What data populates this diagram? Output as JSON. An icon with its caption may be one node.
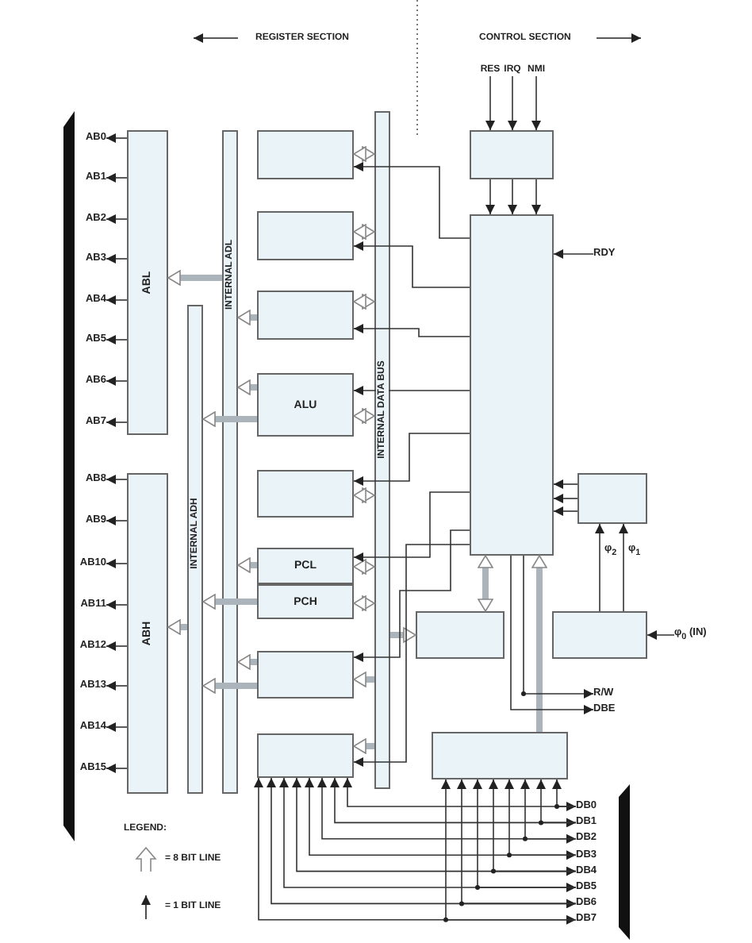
{
  "diagram": {
    "nodes": [
      {
        "text": [
          "ABL"
        ]
      },
      {
        "text": [
          "ABH"
        ]
      },
      {
        "text": [
          "INTERNAL ADL"
        ]
      },
      {
        "text": [
          "INTERNAL ADH"
        ]
      },
      {
        "text": [
          "INTERNAL DATA BUS"
        ]
      },
      {
        "text": [],
        "shape": "box"
      },
      {
        "text": [],
        "shape": "box"
      },
      {
        "text": [],
        "shape": "box"
      },
      {
        "text": [
          "ALU"
        ]
      },
      {
        "text": [],
        "shape": "box"
      },
      {
        "text": [
          "PCL"
        ]
      },
      {
        "text": [
          "PCH"
        ]
      },
      {
        "text": [],
        "shape": "box"
      },
      {
        "text": [],
        "shape": "box"
      },
      {
        "text": [],
        "shape": "box"
      },
      {
        "text": [],
        "shape": "box"
      },
      {
        "text": [],
        "shape": "box"
      },
      {
        "text": [],
        "shape": "box"
      },
      {
        "text": [],
        "shape": "box"
      },
      {
        "text": [],
        "shape": "box"
      },
      {
        "text": [
          "RES"
        ]
      },
      {
        "text": [
          "IRQ"
        ]
      },
      {
        "text": [
          "NMI"
        ]
      },
      {
        "text": [
          "RDY"
        ]
      },
      {
        "text": [
          "R/W"
        ]
      },
      {
        "text": [
          "DBE"
        ]
      },
      {
        "text": [
          "φ$_{0}$ (IN)"
        ]
      },
      {
        "text": [
          "AB0"
        ]
      },
      {
        "text": [
          "AB1"
        ]
      },
      {
        "text": [
          "AB2"
        ]
      },
      {
        "text": [
          "AB3"
        ]
      },
      {
        "text": [
          "AB4"
        ]
      },
      {
        "text": [
          "AB5"
        ]
      },
      {
        "text": [
          "AB6"
        ]
      },
      {
        "text": [
          "AB7"
        ]
      },
      {
        "text": [
          "AB8"
        ]
      },
      {
        "text": [
          "AB9"
        ]
      },
      {
        "text": [
          "AB10"
        ]
      },
      {
        "text": [
          "AB11"
        ]
      },
      {
        "text": [
          "AB12"
        ]
      },
      {
        "text": [
          "AB13"
        ]
      },
      {
        "text": [
          "AB14"
        ]
      },
      {
        "text": [
          "AB15"
        ]
      },
      {
        "text": [
          "DB0"
        ]
      },
      {
        "text": [
          "DB1"
        ]
      },
      {
        "text": [
          "DB2"
        ]
      },
      {
        "text": [
          "DB3"
        ]
      },
      {
        "text": [
          "DB4"
        ]
      },
      {
        "text": [
          "DB5"
        ]
      },
      {
        "text": [
          "DB6"
        ]
      },
      {
        "text": [
          "DB7"
        ]
      }
    ],
    "edges": [
      {
        "from": 2,
        "to": 0,
        "arrow": "to",
        "style": "thick",
        "color": "#aab4ba"
      },
      {
        "from": 3,
        "to": 1,
        "arrow": "to",
        "style": "thick",
        "color": "#aab4ba"
      },
      {
        "from": 4,
        "to": 5,
        "arrow": "both",
        "style": "thick",
        "color": "#aab4ba"
      },
      {
        "from": 4,
        "to": 6,
        "arrow": "both",
        "style": "thick",
        "color": "#aab4ba"
      },
      {
        "from": 4,
        "to": 7,
        "arrow": "both",
        "style": "thick",
        "color": "#aab4ba"
      },
      {
        "from": 4,
        "to": 8,
        "arrow": "both",
        "style": "thick",
        "color": "#aab4ba"
      },
      {
        "from": 4,
        "to": 9,
        "arrow": "both",
        "style": "thick",
        "color": "#aab4ba"
      },
      {
        "from": 4,
        "to": 10,
        "arrow": "both",
        "style": "thick",
        "color": "#aab4ba"
      },
      {
        "from": 4,
        "to": 11,
        "arrow": "both",
        "style": "thick",
        "color": "#aab4ba"
      },
      {
        "from": 7,
        "to": 2,
        "arrow": "to",
        "style": "thick",
        "color": "#aab4ba"
      },
      {
        "from": 8,
        "to": 2,
        "arrow": "to",
        "style": "thick",
        "color": "#aab4ba"
      },
      {
        "from": 8,
        "to": 3,
        "arrow": "to",
        "style": "thick",
        "color": "#aab4ba"
      },
      {
        "from": 10,
        "to": 2,
        "arrow": "to",
        "style": "thick",
        "color": "#aab4ba"
      },
      {
        "from": 11,
        "to": 3,
        "arrow": "to",
        "style": "thick",
        "color": "#aab4ba"
      },
      {
        "from": 12,
        "to": 2,
        "arrow": "to",
        "style": "thick",
        "color": "#aab4ba"
      },
      {
        "from": 12,
        "to": 3,
        "arrow": "to",
        "style": "thick",
        "color": "#aab4ba"
      },
      {
        "from": 4,
        "to": 12,
        "arrow": "to",
        "style": "thick",
        "color": "#aab4ba"
      },
      {
        "from": 4,
        "to": 13,
        "arrow": "to",
        "style": "thick",
        "color": "#aab4ba"
      },
      {
        "from": 4,
        "to": 18,
        "arrow": "to",
        "style": "thick",
        "color": "#aab4ba"
      },
      {
        "from": 15,
        "to": 18,
        "arrow": "both",
        "style": "thick",
        "color": "#aab4ba"
      },
      {
        "from": 19,
        "to": 15,
        "arrow": "to",
        "style": "thick",
        "color": "#aab4ba"
      },
      {
        "from": 14,
        "to": 15,
        "arrow": "to"
      },
      {
        "from": 14,
        "to": 15,
        "arrow": "to"
      },
      {
        "from": 14,
        "to": 15,
        "arrow": "to"
      },
      {
        "from": 16,
        "to": 15,
        "arrow": "to"
      },
      {
        "from": 16,
        "to": 15,
        "arrow": "to"
      },
      {
        "from": 16,
        "to": 15,
        "arrow": "to"
      },
      {
        "from": 17,
        "to": 16,
        "arrow": "to",
        "label": "φ$_{2}$"
      },
      {
        "from": 17,
        "to": 16,
        "arrow": "to",
        "label": "φ$_{1}$"
      },
      {
        "from": 20,
        "to": 14,
        "arrow": "to"
      },
      {
        "from": 21,
        "to": 14,
        "arrow": "to"
      },
      {
        "from": 22,
        "to": 14,
        "arrow": "to"
      },
      {
        "from": 23,
        "to": 15,
        "arrow": "to"
      },
      {
        "from": 15,
        "to": 24,
        "arrow": "to"
      },
      {
        "from": 15,
        "to": 25,
        "arrow": "to"
      },
      {
        "from": 26,
        "to": 17,
        "arrow": "to"
      },
      {
        "from": 15,
        "to": 5,
        "arrow": "to"
      },
      {
        "from": 15,
        "to": 6,
        "arrow": "to"
      },
      {
        "from": 15,
        "to": 7,
        "arrow": "to"
      },
      {
        "from": 15,
        "to": 8,
        "arrow": "to"
      },
      {
        "from": 15,
        "to": 9,
        "arrow": "to"
      },
      {
        "from": 15,
        "to": 10,
        "arrow": "to"
      },
      {
        "from": 15,
        "to": 12,
        "arrow": "to"
      },
      {
        "from": 15,
        "to": 13,
        "arrow": "to"
      },
      {
        "from": 0,
        "to": 27,
        "arrow": "to"
      },
      {
        "from": 0,
        "to": 28,
        "arrow": "to"
      },
      {
        "from": 0,
        "to": 29,
        "arrow": "to"
      },
      {
        "from": 0,
        "to": 30,
        "arrow": "to"
      },
      {
        "from": 0,
        "to": 31,
        "arrow": "to"
      },
      {
        "from": 0,
        "to": 32,
        "arrow": "to"
      },
      {
        "from": 0,
        "to": 33,
        "arrow": "to"
      },
      {
        "from": 0,
        "to": 34,
        "arrow": "to"
      },
      {
        "from": 1,
        "to": 35,
        "arrow": "to"
      },
      {
        "from": 1,
        "to": 36,
        "arrow": "to"
      },
      {
        "from": 1,
        "to": 37,
        "arrow": "to"
      },
      {
        "from": 1,
        "to": 38,
        "arrow": "to"
      },
      {
        "from": 1,
        "to": 39,
        "arrow": "to"
      },
      {
        "from": 1,
        "to": 40,
        "arrow": "to"
      },
      {
        "from": 1,
        "to": 41,
        "arrow": "to"
      },
      {
        "from": 1,
        "to": 42,
        "arrow": "to"
      },
      {
        "from": 13,
        "to": 43,
        "arrow": "both"
      },
      {
        "from": 43,
        "to": 19,
        "arrow": "to"
      },
      {
        "from": 13,
        "to": 44,
        "arrow": "both"
      },
      {
        "from": 44,
        "to": 19,
        "arrow": "to"
      },
      {
        "from": 13,
        "to": 45,
        "arrow": "both"
      },
      {
        "from": 45,
        "to": 19,
        "arrow": "to"
      },
      {
        "from": 13,
        "to": 46,
        "arrow": "both"
      },
      {
        "from": 46,
        "to": 19,
        "arrow": "to"
      },
      {
        "from": 13,
        "to": 47,
        "arrow": "both"
      },
      {
        "from": 47,
        "to": 19,
        "arrow": "to"
      },
      {
        "from": 13,
        "to": 48,
        "arrow": "both"
      },
      {
        "from": 48,
        "to": 19,
        "arrow": "to"
      },
      {
        "from": 13,
        "to": 49,
        "arrow": "both"
      },
      {
        "from": 49,
        "to": 19,
        "arrow": "to"
      },
      {
        "from": 13,
        "to": 50,
        "arrow": "both"
      },
      {
        "from": 50,
        "to": 19,
        "arrow": "to"
      }
    ],
    "labels": [
      "REGISTER SECTION",
      "CONTROL SECTION",
      "LEGEND:"
    ],
    "legend": [
      {
        "text": "= 8 BIT LINE"
      },
      {
        "text": "= 1 BIT LINE"
      }
    ]
  }
}
